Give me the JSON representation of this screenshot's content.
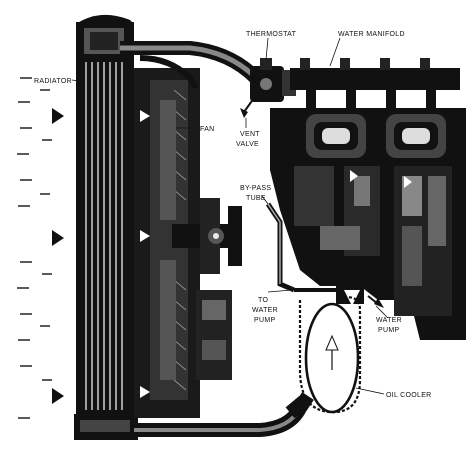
{
  "labels": {
    "thermostat": "THERMOSTAT",
    "water_manifold": "WATER MANIFOLD",
    "radiator": "RADIATOR",
    "fan": "FAN",
    "vent_valve_line1": "VENT",
    "vent_valve_line2": "VALVE",
    "bypass_line1": "BY-PASS",
    "bypass_line2": "TUBE",
    "to_water_pump_line1": "TO",
    "to_water_pump_line2": "WATER",
    "to_water_pump_line3": "PUMP",
    "water_pump_line1": "WATER",
    "water_pump_line2": "PUMP",
    "oil_cooler": "OIL COOLER"
  },
  "colors": {
    "ink": "#111111",
    "paper": "#ffffff",
    "mid": "#777777"
  }
}
